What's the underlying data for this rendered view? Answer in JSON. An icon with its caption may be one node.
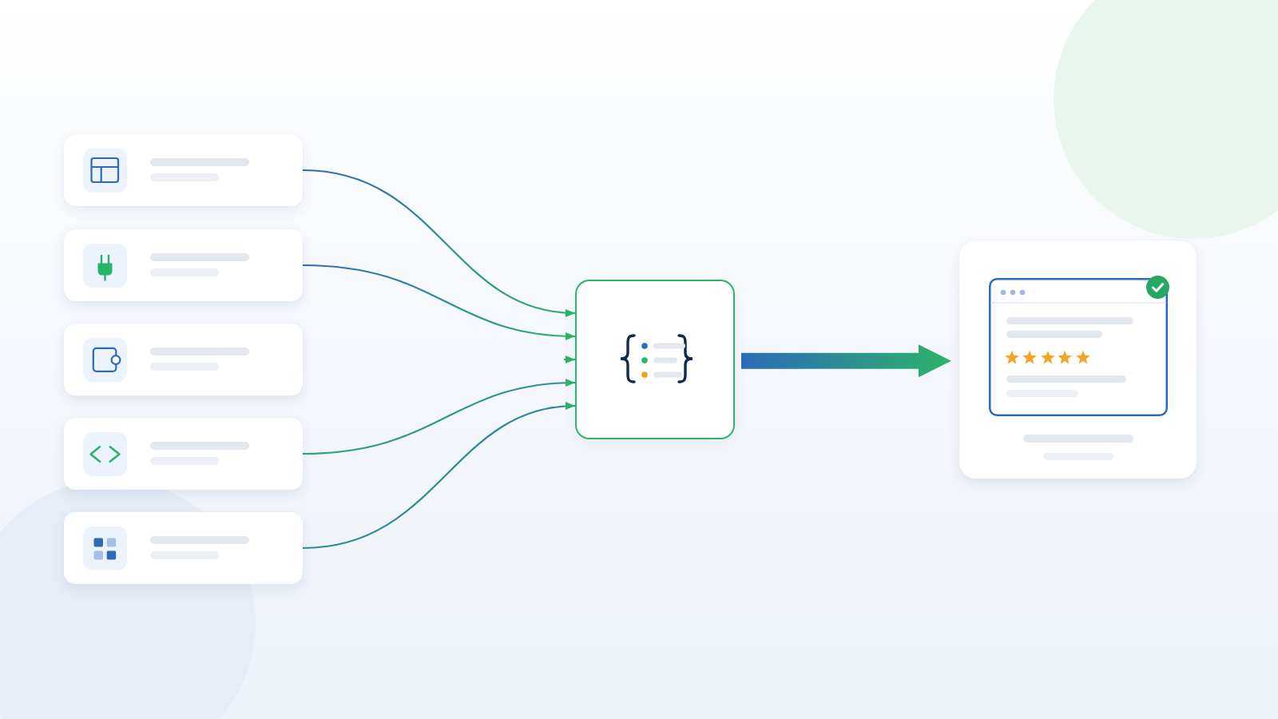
{
  "diagram": {
    "nodes": [
      {
        "text": [],
        "shape": "box"
      },
      {
        "text": [],
        "shape": "box"
      },
      {
        "text": [],
        "shape": "box"
      },
      {
        "text": [],
        "shape": "box"
      },
      {
        "text": [],
        "shape": "box"
      },
      {
        "text": [],
        "shape": "box"
      },
      {
        "text": [],
        "shape": "box"
      }
    ],
    "edges": [
      {
        "from": 0,
        "to": 5,
        "arrow": "to"
      },
      {
        "from": 1,
        "to": 5,
        "arrow": "to"
      },
      {
        "from": null,
        "to": 5,
        "arrow": "to"
      },
      {
        "from": 3,
        "to": 5,
        "arrow": "to"
      },
      {
        "from": 4,
        "to": 5,
        "arrow": "to"
      },
      {
        "from": 5,
        "to": 6,
        "arrow": "to",
        "style": "thick"
      }
    ]
  }
}
